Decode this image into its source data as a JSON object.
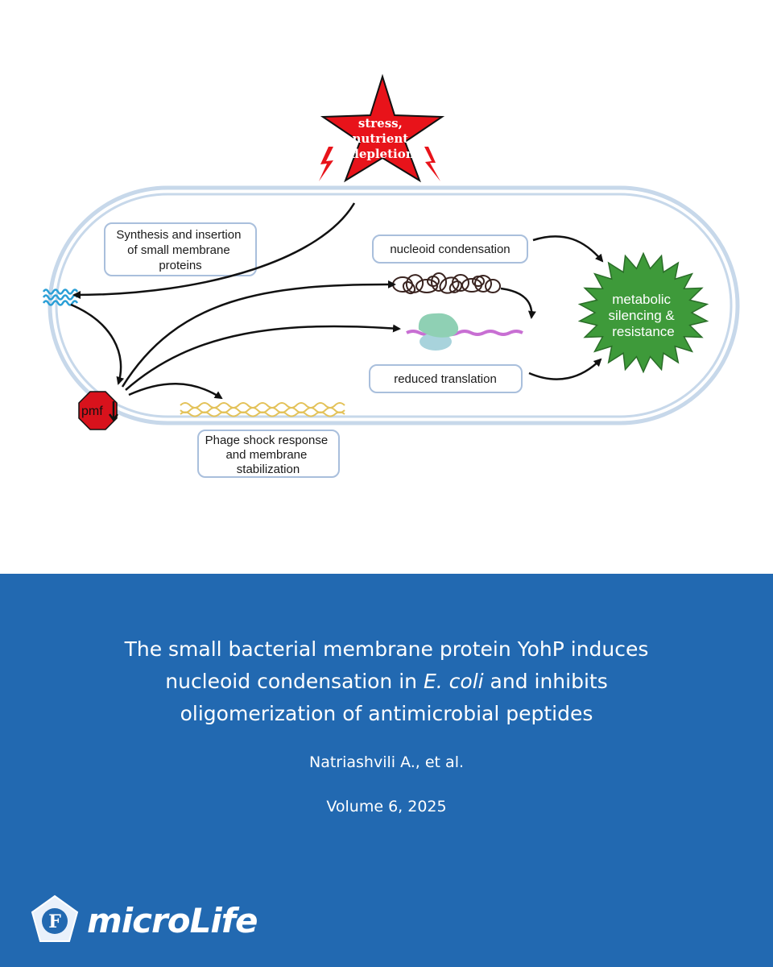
{
  "figure": {
    "stress_label": [
      "stress,",
      "nutrient",
      "depletion"
    ],
    "synthesis_label": [
      "Synthesis and insertion",
      "of small membrane",
      "proteins"
    ],
    "nucleoid_label": "nucleoid condensation",
    "translation_label": "reduced translation",
    "phage_label": [
      "Phage shock response",
      "and membrane",
      "stabilization"
    ],
    "outcome_label": [
      "metabolic",
      "silencing &",
      "resistance"
    ],
    "pmf_label": "pmf",
    "colors": {
      "star_fill": "#e8131a",
      "outcome_fill": "#3e9a3a",
      "pmf_fill": "#d8121c",
      "membrane": "#c7d8ea",
      "box_border": "#a9bfdc"
    }
  },
  "article": {
    "title_line1": "The small bacterial membrane protein YohP induces",
    "title_line2_pre": "nucleoid condensation in ",
    "title_line2_italic": "E. coli",
    "title_line2_post": " and inhibits",
    "title_line3": "oligomerization of antimicrobial peptides",
    "authors": "Natriashvili A., et al.",
    "volume": "Volume 6, 2025"
  },
  "brand": {
    "logo_letter": "F",
    "name": "microLife",
    "banner_color": "#2269b1"
  }
}
